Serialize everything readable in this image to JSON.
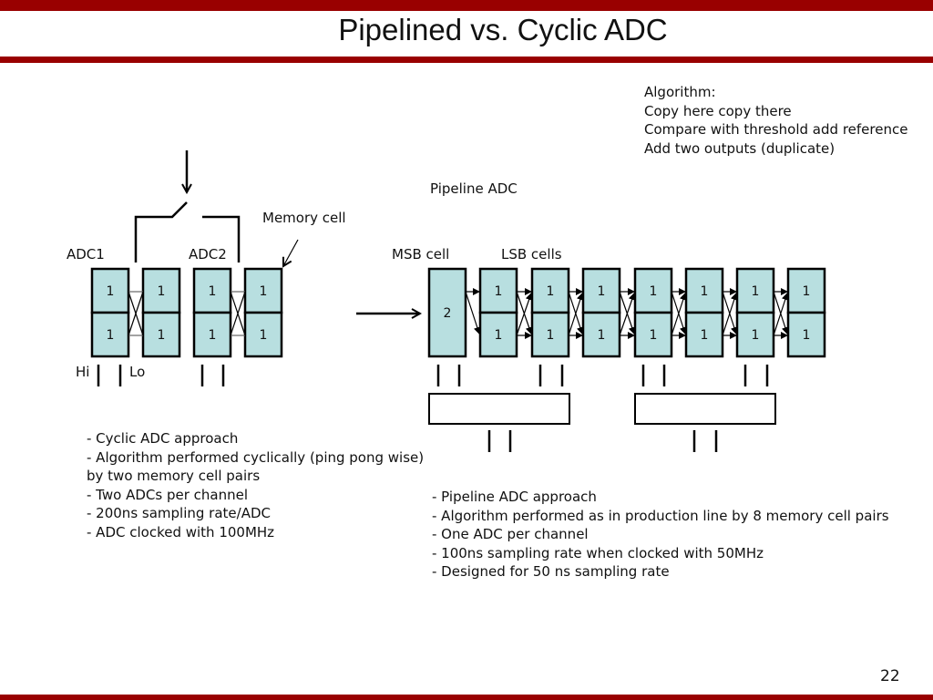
{
  "title": "Pipelined vs. Cyclic ADC",
  "algorithm": [
    "Algorithm:",
    "Copy here copy there",
    "Compare with threshold add reference",
    "Add two outputs (duplicate)"
  ],
  "labels": {
    "pipeline_adc": "Pipeline ADC",
    "memory_cell": "Memory cell",
    "adc1": "ADC1",
    "adc2": "ADC2",
    "msb_cell": "MSB cell",
    "lsb_cells": "LSB cells",
    "hi": "Hi",
    "lo": "Lo"
  },
  "cyclic_cells": [
    "1",
    "1",
    "1",
    "1"
  ],
  "msb_value": "2",
  "lsb_cells": [
    "1",
    "1",
    "1",
    "1",
    "1",
    "1",
    "1"
  ],
  "cyclic_notes": [
    "-  Cyclic ADC approach",
    "- Algorithm performed cyclically (ping pong wise)",
    "by two memory cell pairs",
    "- Two ADCs per channel",
    "- 200ns sampling rate/ADC",
    "- ADC clocked with 100MHz"
  ],
  "pipeline_notes": [
    "- Pipeline ADC approach",
    "- Algorithm performed as in production line by 8 memory cell pairs",
    "- One ADC per channel",
    "- 100ns sampling rate when clocked with 50MHz",
    "- Designed for 50 ns sampling rate"
  ],
  "page_number": "22",
  "colors": {
    "accent": "#990000",
    "cell_fill": "#b8dfe0"
  }
}
